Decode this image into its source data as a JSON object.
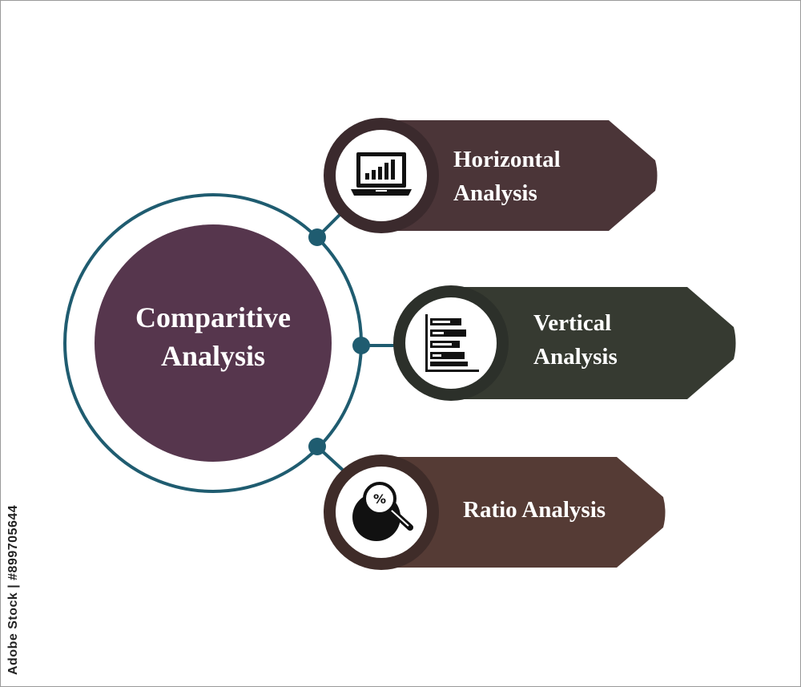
{
  "center": {
    "line1": "Comparitive",
    "line2": "Analysis"
  },
  "items": [
    {
      "line1": "Horizontal",
      "line2": "Analysis",
      "icon": "laptop-bar-chart-icon"
    },
    {
      "line1": "Vertical",
      "line2": "Analysis",
      "icon": "horizontal-bar-chart-icon"
    },
    {
      "line1": "Ratio Analysis",
      "line2": "",
      "icon": "magnifier-percent-pie-icon"
    }
  ],
  "credit": "Adobe Stock | #899705644",
  "colors": {
    "center_fill": "#56364d",
    "ring": "#1f5c70",
    "item1_fill": "#4b3538",
    "item1_ring": "#3b2a2d",
    "item2_fill": "#363a31",
    "item2_ring": "#2c302a",
    "item3_fill": "#553b35",
    "item3_ring": "#3f2c29"
  }
}
